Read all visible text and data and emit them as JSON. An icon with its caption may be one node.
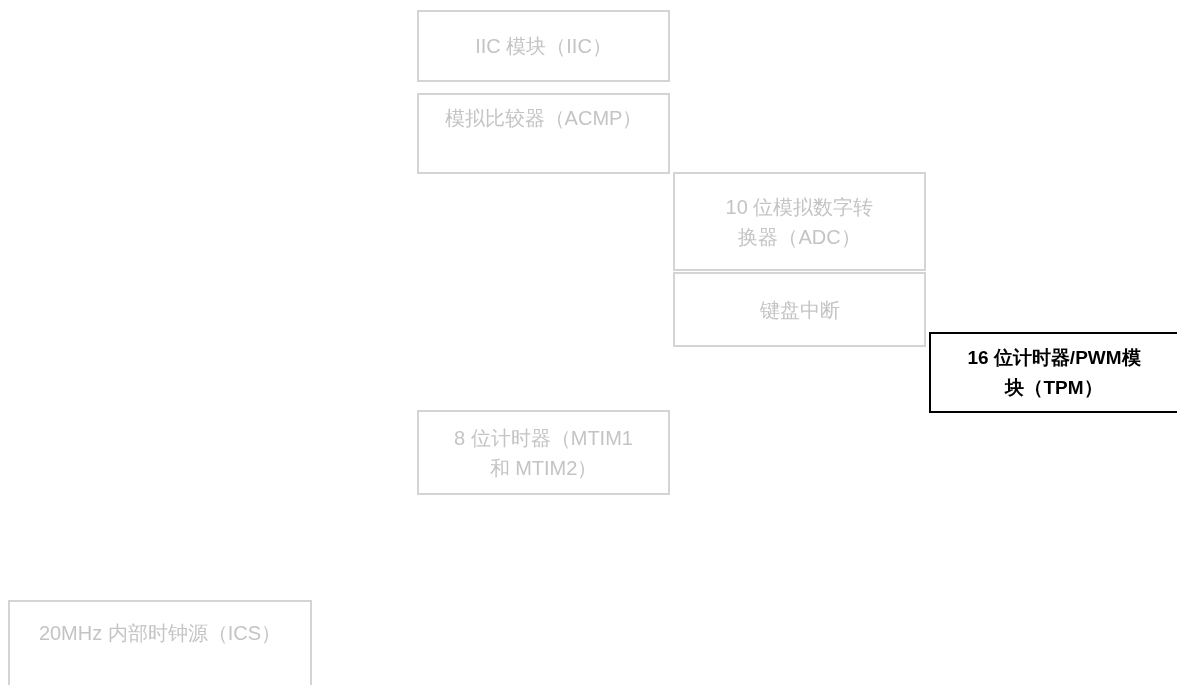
{
  "diagram": {
    "nodes": [
      {
        "text": [
          "IIC 模块（IIC）"
        ]
      },
      {
        "text": [
          "模拟比较器（ACMP）"
        ]
      },
      {
        "text": [
          "10 位模拟数字转换器（ADC）"
        ]
      },
      {
        "text": [
          "键盘中断"
        ]
      },
      {
        "text": [
          "16 位计时器/PWM模块（TPM）"
        ]
      },
      {
        "text": [
          "8 位计时器（MTIM1 和 MTIM2）"
        ]
      },
      {
        "text": [
          "20MHz 内部时钟源（ICS）"
        ]
      }
    ]
  }
}
